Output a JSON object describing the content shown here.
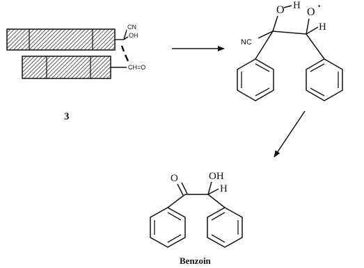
{
  "compound_number": "3",
  "module_top": {
    "group_line1": "CN",
    "group_line2": "OH"
  },
  "module_bottom": {
    "group": "CH=O"
  },
  "intermediate": {
    "oh": "O",
    "h_oh": "H",
    "o_minus": "O",
    "charge": "·",
    "nc": "NC",
    "h_ch": "H"
  },
  "product": {
    "o": "O",
    "oh": "OH",
    "h": "H",
    "name": "Benzoin"
  }
}
